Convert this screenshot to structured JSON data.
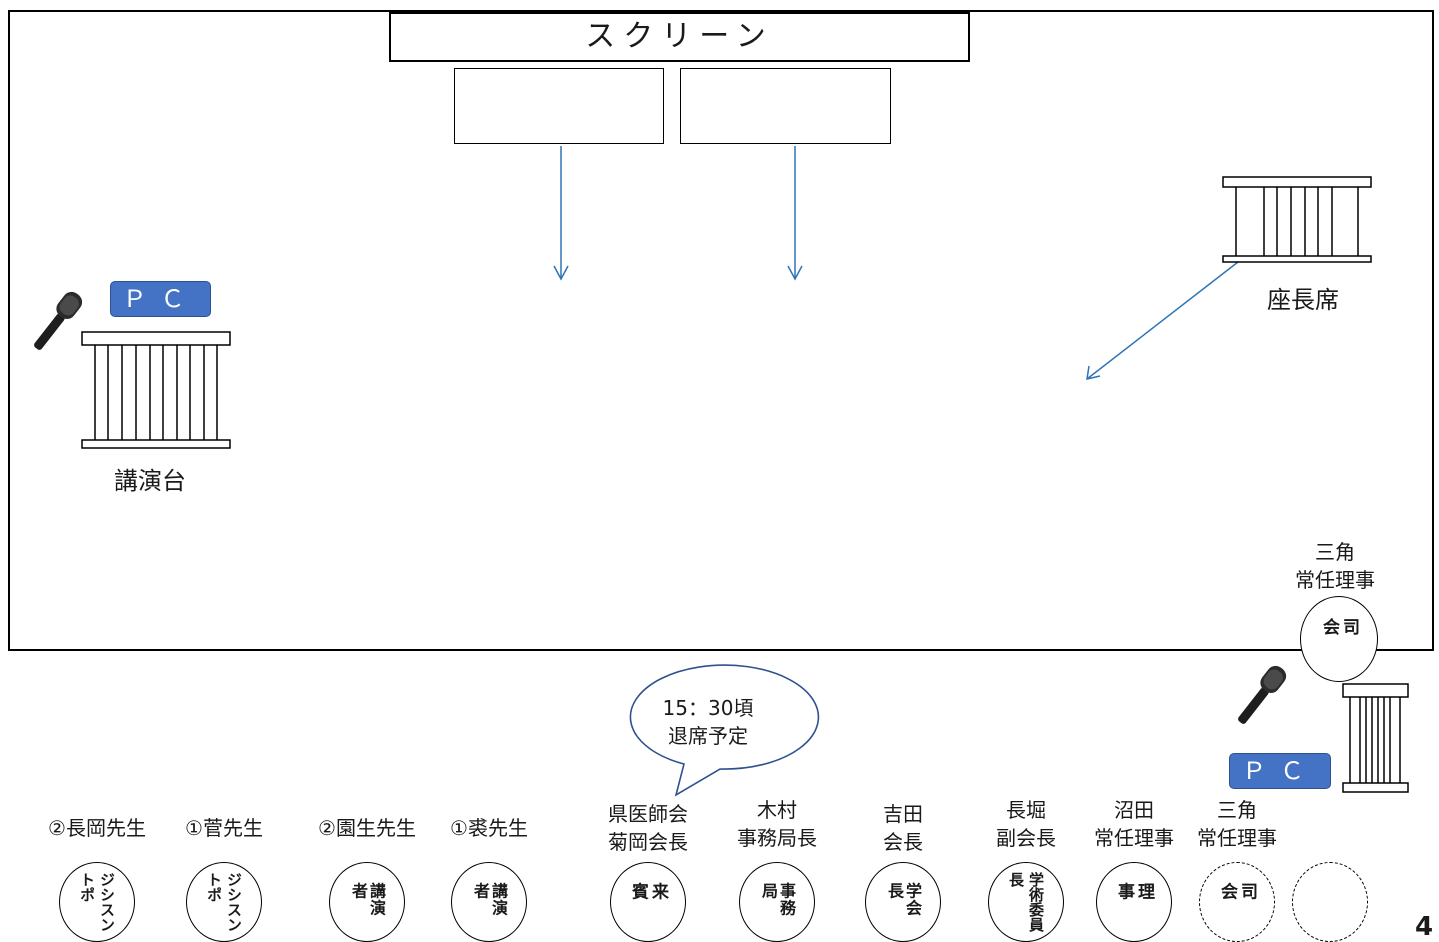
{
  "screen_label": "スクリーン",
  "podium": {
    "pc_label": "ＰＣ",
    "label": "講演台"
  },
  "chair_seat": {
    "label": "座長席"
  },
  "host": {
    "name_line1": "三角",
    "name_line2": "常任理事",
    "seat_label": "司会"
  },
  "host_pc_label": "ＰＣ",
  "speech_bubble": {
    "line1": "15：30頃",
    "line2": "退席予定"
  },
  "seats": [
    {
      "name_line1": "②長岡先生",
      "name_line2": "",
      "seat_text": "ジシスントポ",
      "dashed": false
    },
    {
      "name_line1": "①菅先生",
      "name_line2": "",
      "seat_text": "ジシスントポ",
      "dashed": false
    },
    {
      "name_line1": "②園生先生",
      "name_line2": "",
      "seat_text": "講演者",
      "dashed": false
    },
    {
      "name_line1": "①裘先生",
      "name_line2": "",
      "seat_text": "講演者",
      "dashed": false
    },
    {
      "name_line1": "県医師会",
      "name_line2": "菊岡会長",
      "seat_text": "来賓",
      "dashed": false
    },
    {
      "name_line1": "木村",
      "name_line2": "事務局長",
      "seat_text": "事務局",
      "dashed": false
    },
    {
      "name_line1": "吉田",
      "name_line2": "会長",
      "seat_text": "学会長",
      "dashed": false
    },
    {
      "name_line1": "長堀",
      "name_line2": "副会長",
      "seat_text": "学術委員長",
      "dashed": false
    },
    {
      "name_line1": "沼田",
      "name_line2": "常任理事",
      "seat_text": "理事",
      "dashed": false
    },
    {
      "name_line1": "三角",
      "name_line2": "常任理事",
      "seat_text": "司会",
      "dashed": true
    },
    {
      "name_line1": "",
      "name_line2": "",
      "seat_text": "",
      "dashed": true
    }
  ],
  "page_number": "4",
  "colors": {
    "pc_fill": "#4472c4",
    "arrow": "#2e75b6",
    "line": "#000000"
  }
}
